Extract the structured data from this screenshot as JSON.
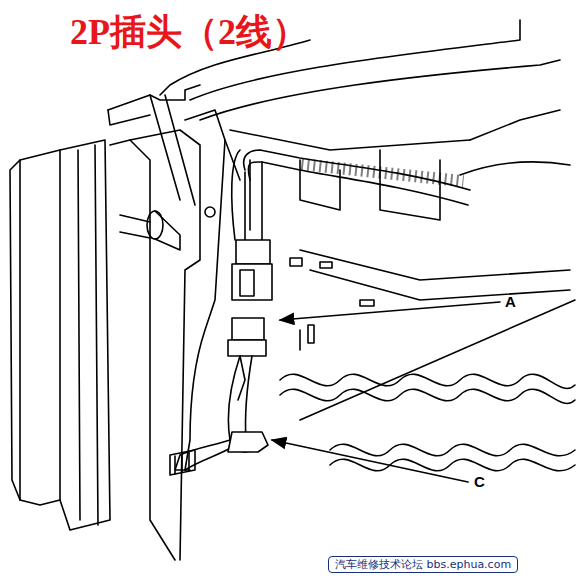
{
  "diagram": {
    "title": "2P插头（2线）",
    "labels": [
      "A",
      "C",
      "汽车维修技术论坛 bbs.ephua.com"
    ]
  }
}
